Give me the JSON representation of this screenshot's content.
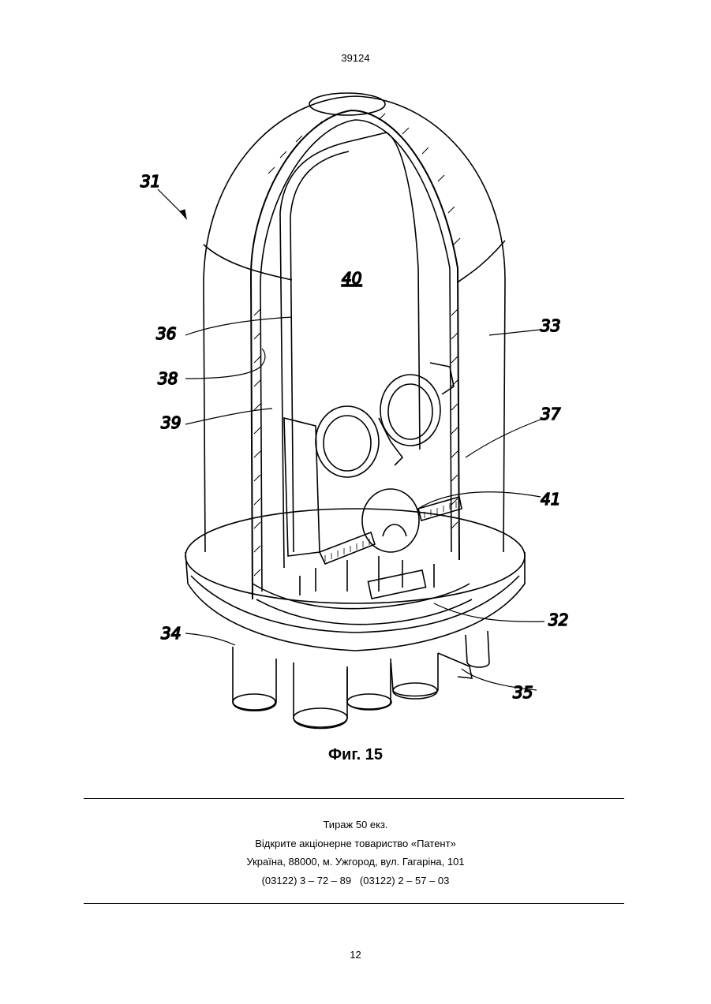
{
  "header": {
    "document_number": "39124"
  },
  "figure": {
    "caption": "Фиг. 15",
    "labels": {
      "l31": "31",
      "l40": "40",
      "l36": "36",
      "l33": "33",
      "l38": "38",
      "l39": "39",
      "l37": "37",
      "l41": "41",
      "l34": "34",
      "l32": "32",
      "l35": "35"
    }
  },
  "imprint": {
    "line1": "Тираж 50 екз.",
    "line2": "Відкрите акціонерне товариство «Патент»",
    "line3": "Україна, 88000, м. Ужгород, вул. Гагаріна, 101",
    "line4": "(03122) 3 – 72 – 89   (03122) 2 – 57 – 03"
  },
  "footer": {
    "page_number": "12"
  }
}
